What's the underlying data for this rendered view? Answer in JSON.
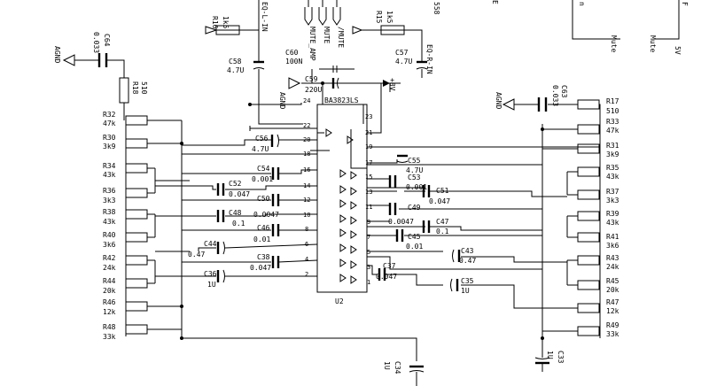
{
  "ic": {
    "part": "BA3823LS",
    "ref": "U2",
    "pins_left": [
      "24",
      "22",
      "20",
      "18",
      "16",
      "14",
      "12",
      "10",
      "8",
      "6",
      "4",
      "2"
    ],
    "pins_right": [
      "23",
      "21",
      "19",
      "17",
      "15",
      "13",
      "11",
      "9",
      "7",
      "5",
      "3",
      "1"
    ]
  },
  "left_resistors": [
    {
      "ref": "R32",
      "value": "47k"
    },
    {
      "ref": "R30",
      "value": "3k9"
    },
    {
      "ref": "R34",
      "value": "43k"
    },
    {
      "ref": "R36",
      "value": "3k3"
    },
    {
      "ref": "R38",
      "value": "43k"
    },
    {
      "ref": "R40",
      "value": "3k6"
    },
    {
      "ref": "R42",
      "value": "24k"
    },
    {
      "ref": "R44",
      "value": "20k"
    },
    {
      "ref": "R46",
      "value": "12k"
    },
    {
      "ref": "R48",
      "value": "33k"
    }
  ],
  "right_resistors": [
    {
      "ref": "R17",
      "value": "510"
    },
    {
      "ref": "R33",
      "value": "47k"
    },
    {
      "ref": "R31",
      "value": "3k9"
    },
    {
      "ref": "R35",
      "value": "43k"
    },
    {
      "ref": "R37",
      "value": "3k3"
    },
    {
      "ref": "R39",
      "value": "43k"
    },
    {
      "ref": "R41",
      "value": "3k6"
    },
    {
      "ref": "R43",
      "value": "24k"
    },
    {
      "ref": "R45",
      "value": "20k"
    },
    {
      "ref": "R47",
      "value": "12k"
    },
    {
      "ref": "R49",
      "value": "33k"
    }
  ],
  "left_caps": [
    {
      "ref": "C56",
      "value": "4.7U"
    },
    {
      "ref": "C54",
      "value": "0.001"
    },
    {
      "ref": "C52",
      "value": "0.047"
    },
    {
      "ref": "C50",
      "value": "0.0047"
    },
    {
      "ref": "C48",
      "value": "0.1"
    },
    {
      "ref": "C46",
      "value": "0.01"
    },
    {
      "ref": "C44",
      "value": "0.47"
    },
    {
      "ref": "C38",
      "value": "0.047"
    },
    {
      "ref": "C36",
      "value": "1U"
    }
  ],
  "right_caps": [
    {
      "ref": "C55",
      "value": "4.7U"
    },
    {
      "ref": "C53",
      "value": "0.001"
    },
    {
      "ref": "C51",
      "value": "0.047"
    },
    {
      "ref": "C49",
      "value": "0.0047"
    },
    {
      "ref": "C47",
      "value": "0.1"
    },
    {
      "ref": "C45",
      "value": "0.01"
    },
    {
      "ref": "C43",
      "value": "0.47"
    },
    {
      "ref": "C37",
      "value": "0.047"
    },
    {
      "ref": "C35",
      "value": "1U"
    }
  ],
  "top": {
    "r16_ref": "R16",
    "r16_value": "1k5",
    "eq_l_in": "EQ-L-IN",
    "c58_ref": "C58",
    "c58_value": "4.7U",
    "mute_amp": "MUTE_AMP",
    "mute": "MUTE",
    "not_mute": "/MUTE",
    "r15_ref": "R15",
    "r15_value": "1k5",
    "eq_r_in": "EQ-R-IN",
    "c57_ref": "C57",
    "c57_value": "4.7U",
    "partial_558": "558",
    "c60_ref": "C60",
    "c60_value": "100N",
    "c59_ref": "C59",
    "c59_value": "220U",
    "supply": "+8V",
    "agnd_mid": "AGND"
  },
  "left_net": {
    "agnd": "AGND",
    "c64_ref": "C64",
    "c64_value": "0.033",
    "r18_ref": "R18",
    "r18_value": "510"
  },
  "right_net": {
    "agnd": "AGND",
    "c63_ref": "C63",
    "c63_value": "0.033"
  },
  "bottom": {
    "c34_ref": "C34",
    "c34_value": "1U",
    "c33_ref": "C33",
    "c33_value": "1U"
  },
  "top_right": {
    "mute_a": "Mute",
    "mute_b": "Mute",
    "v5": "5V",
    "partial_e": "E",
    "partial_n": "n",
    "partial_f": "F"
  }
}
